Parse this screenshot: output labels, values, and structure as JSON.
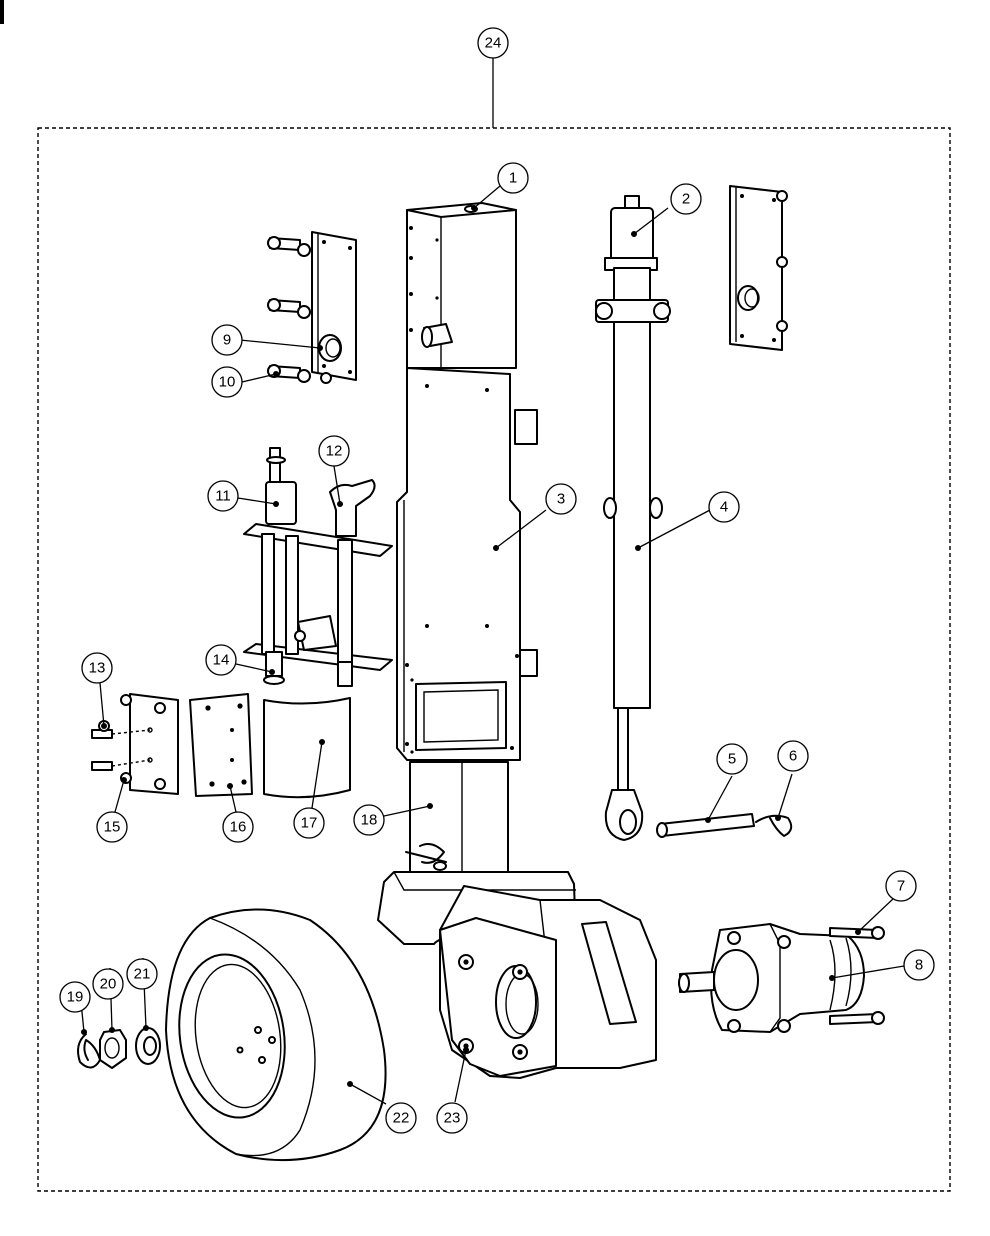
{
  "diagram": {
    "assembly_callout": "24",
    "callouts": [
      {
        "id": "1",
        "label": "1"
      },
      {
        "id": "2",
        "label": "2"
      },
      {
        "id": "3",
        "label": "3"
      },
      {
        "id": "4",
        "label": "4"
      },
      {
        "id": "5",
        "label": "5"
      },
      {
        "id": "6",
        "label": "6"
      },
      {
        "id": "7",
        "label": "7"
      },
      {
        "id": "8",
        "label": "8"
      },
      {
        "id": "9",
        "label": "9"
      },
      {
        "id": "10",
        "label": "10"
      },
      {
        "id": "11",
        "label": "11"
      },
      {
        "id": "12",
        "label": "12"
      },
      {
        "id": "13",
        "label": "13"
      },
      {
        "id": "14",
        "label": "14"
      },
      {
        "id": "15",
        "label": "15"
      },
      {
        "id": "16",
        "label": "16"
      },
      {
        "id": "17",
        "label": "17"
      },
      {
        "id": "18",
        "label": "18"
      },
      {
        "id": "19",
        "label": "19"
      },
      {
        "id": "20",
        "label": "20"
      },
      {
        "id": "21",
        "label": "21"
      },
      {
        "id": "22",
        "label": "22"
      },
      {
        "id": "23",
        "label": "23"
      }
    ]
  }
}
